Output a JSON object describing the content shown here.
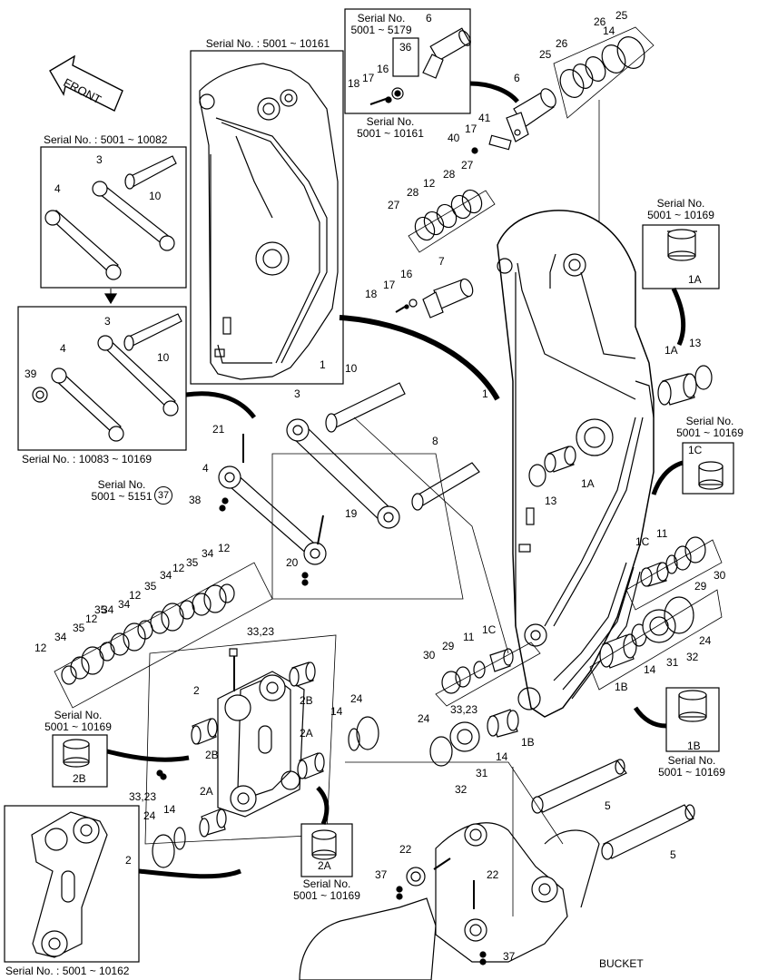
{
  "serials": {
    "s5001_10161_top": "Serial No. : 5001 ~ 10161",
    "s5001_10082": "Serial No. : 5001 ~ 10082",
    "s10083_10169": "Serial No. : 10083 ~ 10169",
    "s5001_5179_a": "Serial No.",
    "s5001_5179_b": "5001 ~ 5179",
    "s5001_10161_a": "Serial No.",
    "s5001_10161_b": "5001 ~ 10161",
    "s5001_10169_1A_a": "Serial No.",
    "s5001_10169_1A_b": "5001 ~ 10169",
    "s5001_10169_1C_a": "Serial No.",
    "s5001_10169_1C_b": "5001 ~ 10169",
    "s5001_5151_a": "Serial No.",
    "s5001_5151_b": "5001 ~ 5151",
    "s5001_10169_2B_a": "Serial No.",
    "s5001_10169_2B_b": "5001 ~ 10169",
    "s5001_10169_1B_a": "Serial No.",
    "s5001_10169_1B_b": "5001 ~ 10169",
    "s5001_10169_2A_a": "Serial No.",
    "s5001_10169_2A_b": "5001 ~ 10169",
    "s5001_10162": "Serial No. : 5001 ~ 10162"
  },
  "front": "FRONT",
  "bucket": "BUCKET",
  "callouts": {
    "c6a": "6",
    "c36": "36",
    "c16a": "16",
    "c17a": "17",
    "c18a": "18",
    "c6b": "6",
    "c41": "41",
    "c17b": "17",
    "c40": "40",
    "c14a": "14",
    "c26a": "26",
    "c25a": "25",
    "c26b": "26",
    "c25b": "25",
    "c27a": "27",
    "c28a": "28",
    "c12a": "12",
    "c28b": "28",
    "c27b": "27",
    "c7": "7",
    "c16b": "16",
    "c17c": "17",
    "c18b": "18",
    "c1A_box": "1A",
    "c1A_b": "1A",
    "c13a": "13",
    "c1a": "1",
    "c1b": "1",
    "c1A_c": "1A",
    "c13b": "13",
    "c1C_box": "1C",
    "c1C": "1C",
    "c11a": "11",
    "c30a": "30",
    "c29a": "29",
    "c24a": "24",
    "c32a": "32",
    "c31a": "31",
    "c14b": "14",
    "c1B": "1B",
    "c1B_box": "1B",
    "c3a": "3",
    "c4a": "4",
    "c10a": "10",
    "c3b": "3",
    "c4b": "4",
    "c39": "39",
    "c10b": "10",
    "c10c": "10",
    "c3c": "3",
    "c8": "8",
    "c21": "21",
    "c4c": "4",
    "c37a": "37",
    "c38": "38",
    "c19": "19",
    "c20": "20",
    "c12b": "12",
    "c34a": "34",
    "c35a": "35",
    "c12c": "12",
    "c34b": "34",
    "c35b": "35",
    "c12d": "12",
    "c34c": "34",
    "c35c": "35",
    "c34d": "34",
    "c12e": "12",
    "c34e": "34",
    "c12f": "12",
    "c33_23a": "33,23",
    "c2a": "2",
    "c2Ba": "2B",
    "c2Bb": "2B",
    "c2Bbox": "2B",
    "c2Aa": "2A",
    "c2Ab": "2A",
    "c2Abox": "2A",
    "c14c": "14",
    "c24b": "24",
    "c33_23b": "33,23",
    "c14d": "14",
    "c24c": "24",
    "c2b": "2",
    "c30b": "30",
    "c29b": "29",
    "c11b": "11",
    "c1Cb": "1C",
    "c33_23c": "33,23",
    "c24d": "24",
    "c14e": "14",
    "c1Bb": "1B",
    "c31b": "31",
    "c32b": "32",
    "c22a": "22",
    "c37b": "37",
    "c22b": "22",
    "c5a": "5",
    "c5b": "5",
    "c37c": "37"
  }
}
